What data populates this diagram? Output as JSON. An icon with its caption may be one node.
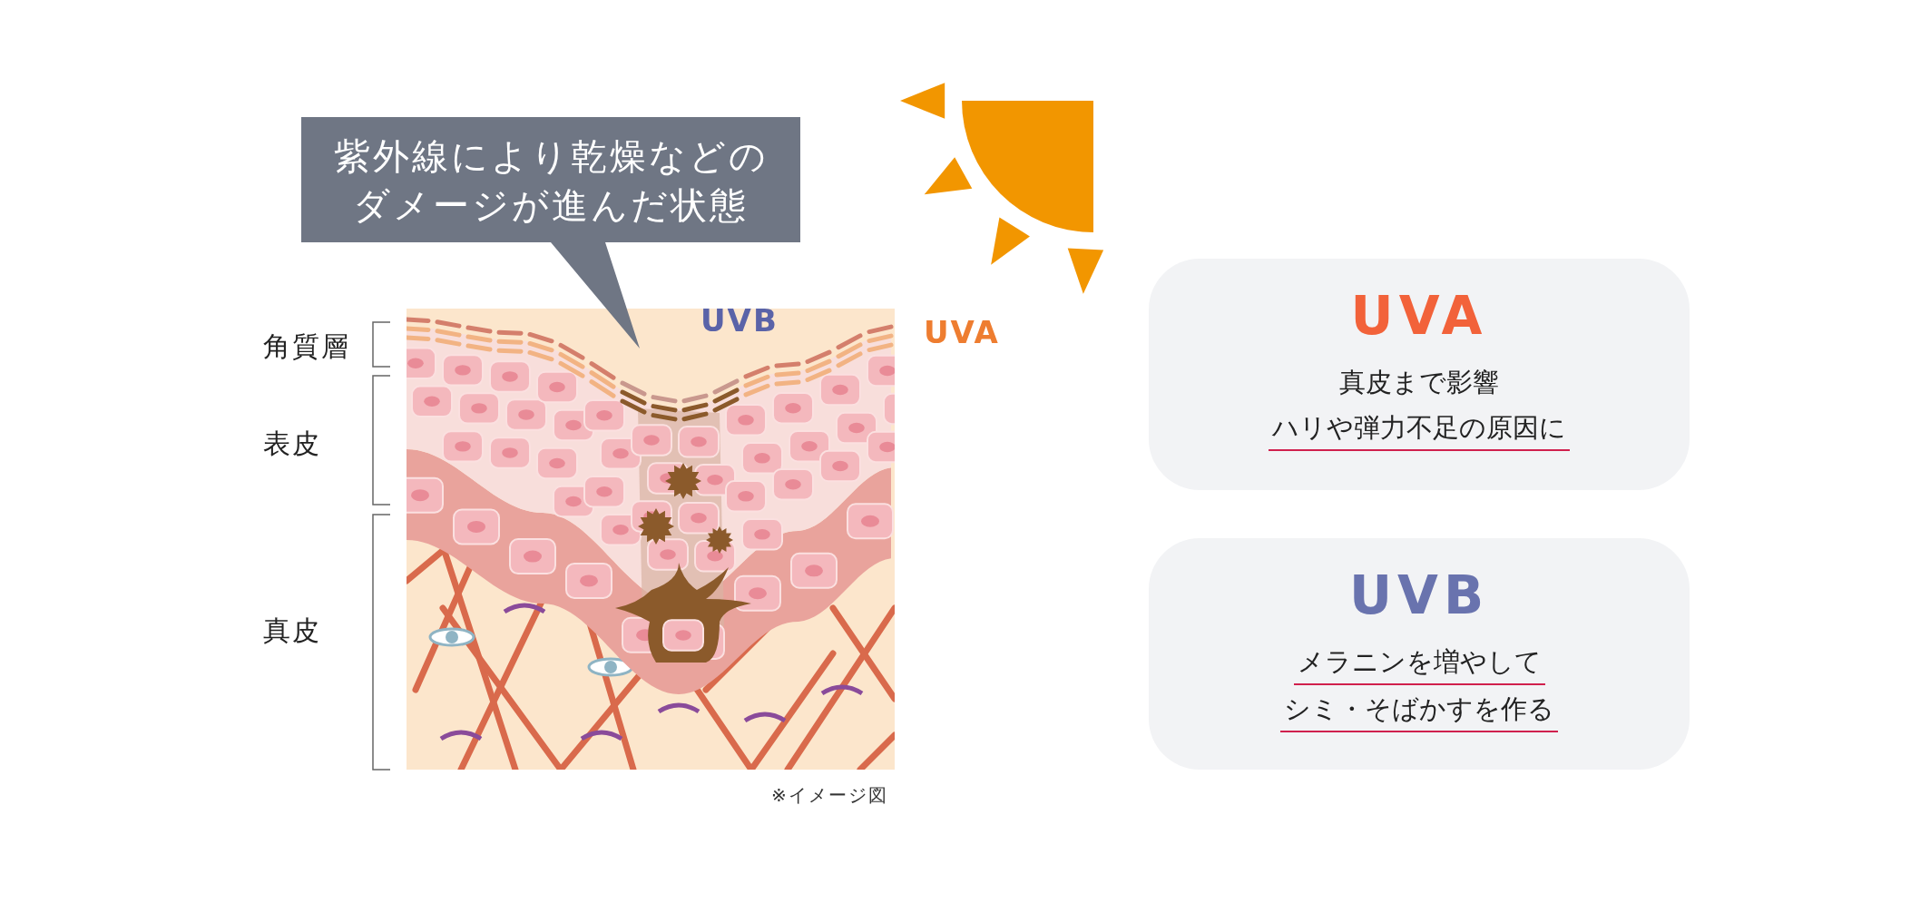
{
  "diagram": {
    "nodes": [
      {
        "text": [
          "紫外線により乾燥などのダメージが進んだ状態"
        ]
      },
      {
        "text": [
          "UVA",
          "真皮まで影響",
          "ハリや弾力不足の原因に"
        ]
      },
      {
        "text": [
          "UVB",
          "メラニンを増やして",
          "シミ・そばかすを作る"
        ]
      }
    ],
    "labels": [
      "UVB",
      "UVA",
      "角質層",
      "表皮",
      "真皮",
      "※イメージ図"
    ]
  }
}
